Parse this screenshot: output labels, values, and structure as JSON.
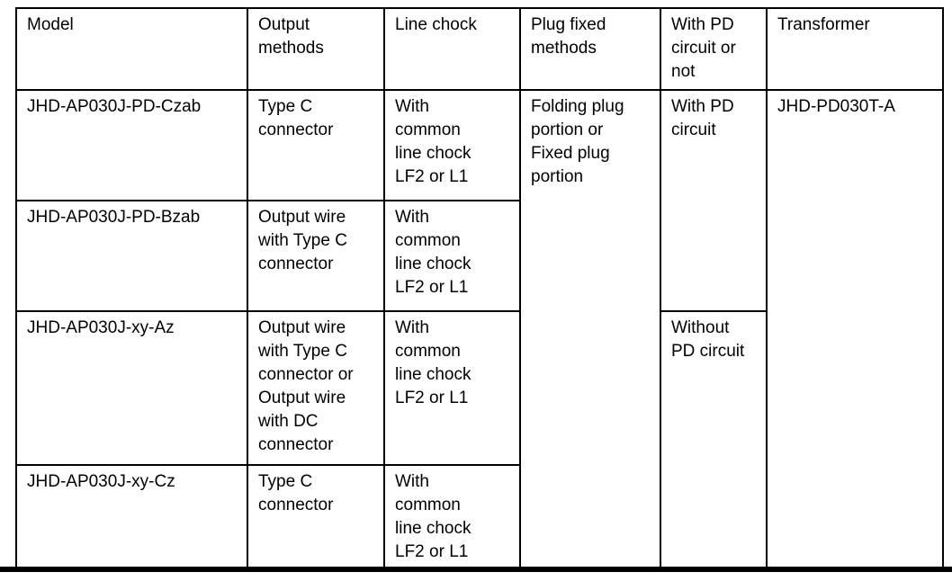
{
  "colors": {
    "border": "#000000",
    "text": "#000000",
    "background": "#ffffff",
    "bottom_rule": "#000000"
  },
  "table": {
    "headers": {
      "model": "Model",
      "output_methods": "Output\nmethods",
      "line_chock": "Line chock",
      "plug_fixed_methods": "Plug fixed\nmethods",
      "with_pd": "With PD\ncircuit or\nnot",
      "transformer": "Transformer"
    },
    "rows": [
      {
        "model": "JHD-AP030J-PD-Czab",
        "output_method": "Type C\nconnector",
        "line_chock": "With\ncommon\nline chock\nLF2 or L1"
      },
      {
        "model": "JHD-AP030J-PD-Bzab",
        "output_method": "Output wire\nwith Type C\nconnector",
        "line_chock": "With\ncommon\nline chock\nLF2 or L1"
      },
      {
        "model": "JHD-AP030J-xy-Az",
        "output_method": "Output wire\nwith Type C\nconnector or\nOutput wire\nwith DC\nconnector",
        "line_chock": "With\ncommon\nline chock\nLF2 or L1"
      },
      {
        "model": "JHD-AP030J-xy-Cz",
        "output_method": "Type C\nconnector",
        "line_chock": "With\ncommon\nline chock\nLF2 or L1"
      }
    ],
    "merged_cells": {
      "plug_fixed_method": "Folding plug\nportion or\nFixed plug\nportion",
      "pd_circuit_rows_1_2": "With PD\ncircuit",
      "pd_circuit_rows_3_4": "Without\nPD circuit",
      "transformer_model": "JHD-PD030T-A"
    }
  }
}
